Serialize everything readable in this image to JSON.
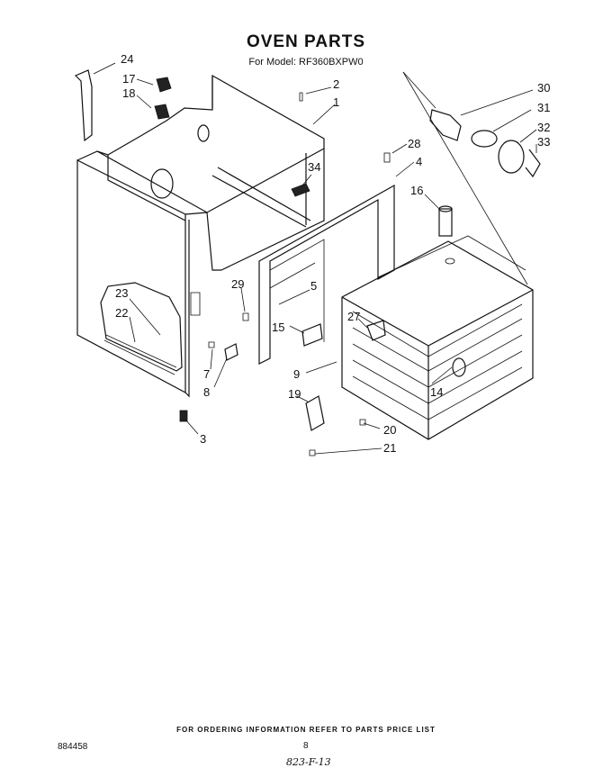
{
  "header": {
    "title": "OVEN PARTS",
    "subtitle": "For Model: RF360BXPW0"
  },
  "callouts": [
    "1",
    "2",
    "3",
    "4",
    "5",
    "7",
    "8",
    "9",
    "14",
    "15",
    "16",
    "17",
    "18",
    "19",
    "20",
    "21",
    "22",
    "23",
    "24",
    "27",
    "28",
    "29",
    "30",
    "31",
    "32",
    "33",
    "34"
  ],
  "footer": {
    "note": "FOR ORDERING INFORMATION REFER TO PARTS PRICE LIST",
    "reference": "884458",
    "page_number": "8",
    "handwritten": "823-F-13"
  }
}
